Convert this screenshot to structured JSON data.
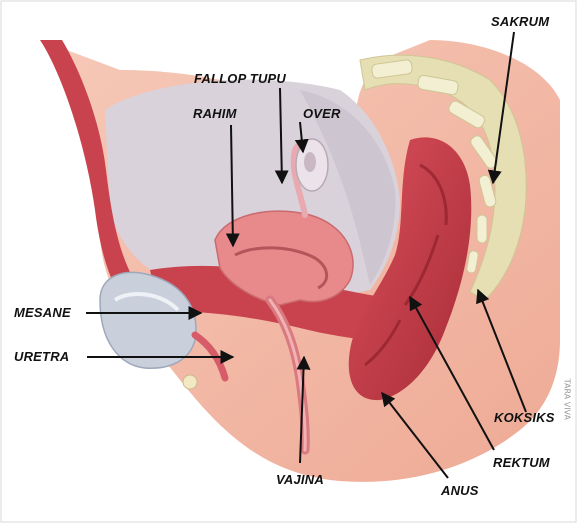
{
  "diagram": {
    "labels": {
      "sakrum": "SAKRUM",
      "fallop_tupu": "FALLOP TUPU",
      "rahim": "RAHIM",
      "over": "OVER",
      "mesane": "MESANE",
      "uretra": "URETRA",
      "koksiks": "KOKSIKS",
      "rektum": "REKTUM",
      "vajina": "VAJINA",
      "anus": "ANUS"
    },
    "watermark": "TARA VIVA",
    "colors": {
      "skin": "#f1b8a6",
      "muscle": "#c9434e",
      "uterus": "#e88a8c",
      "bone": "#e6dfb4",
      "bladder": "#c9cfdb",
      "cavity": "#d9d2db",
      "label": "#111111"
    }
  }
}
